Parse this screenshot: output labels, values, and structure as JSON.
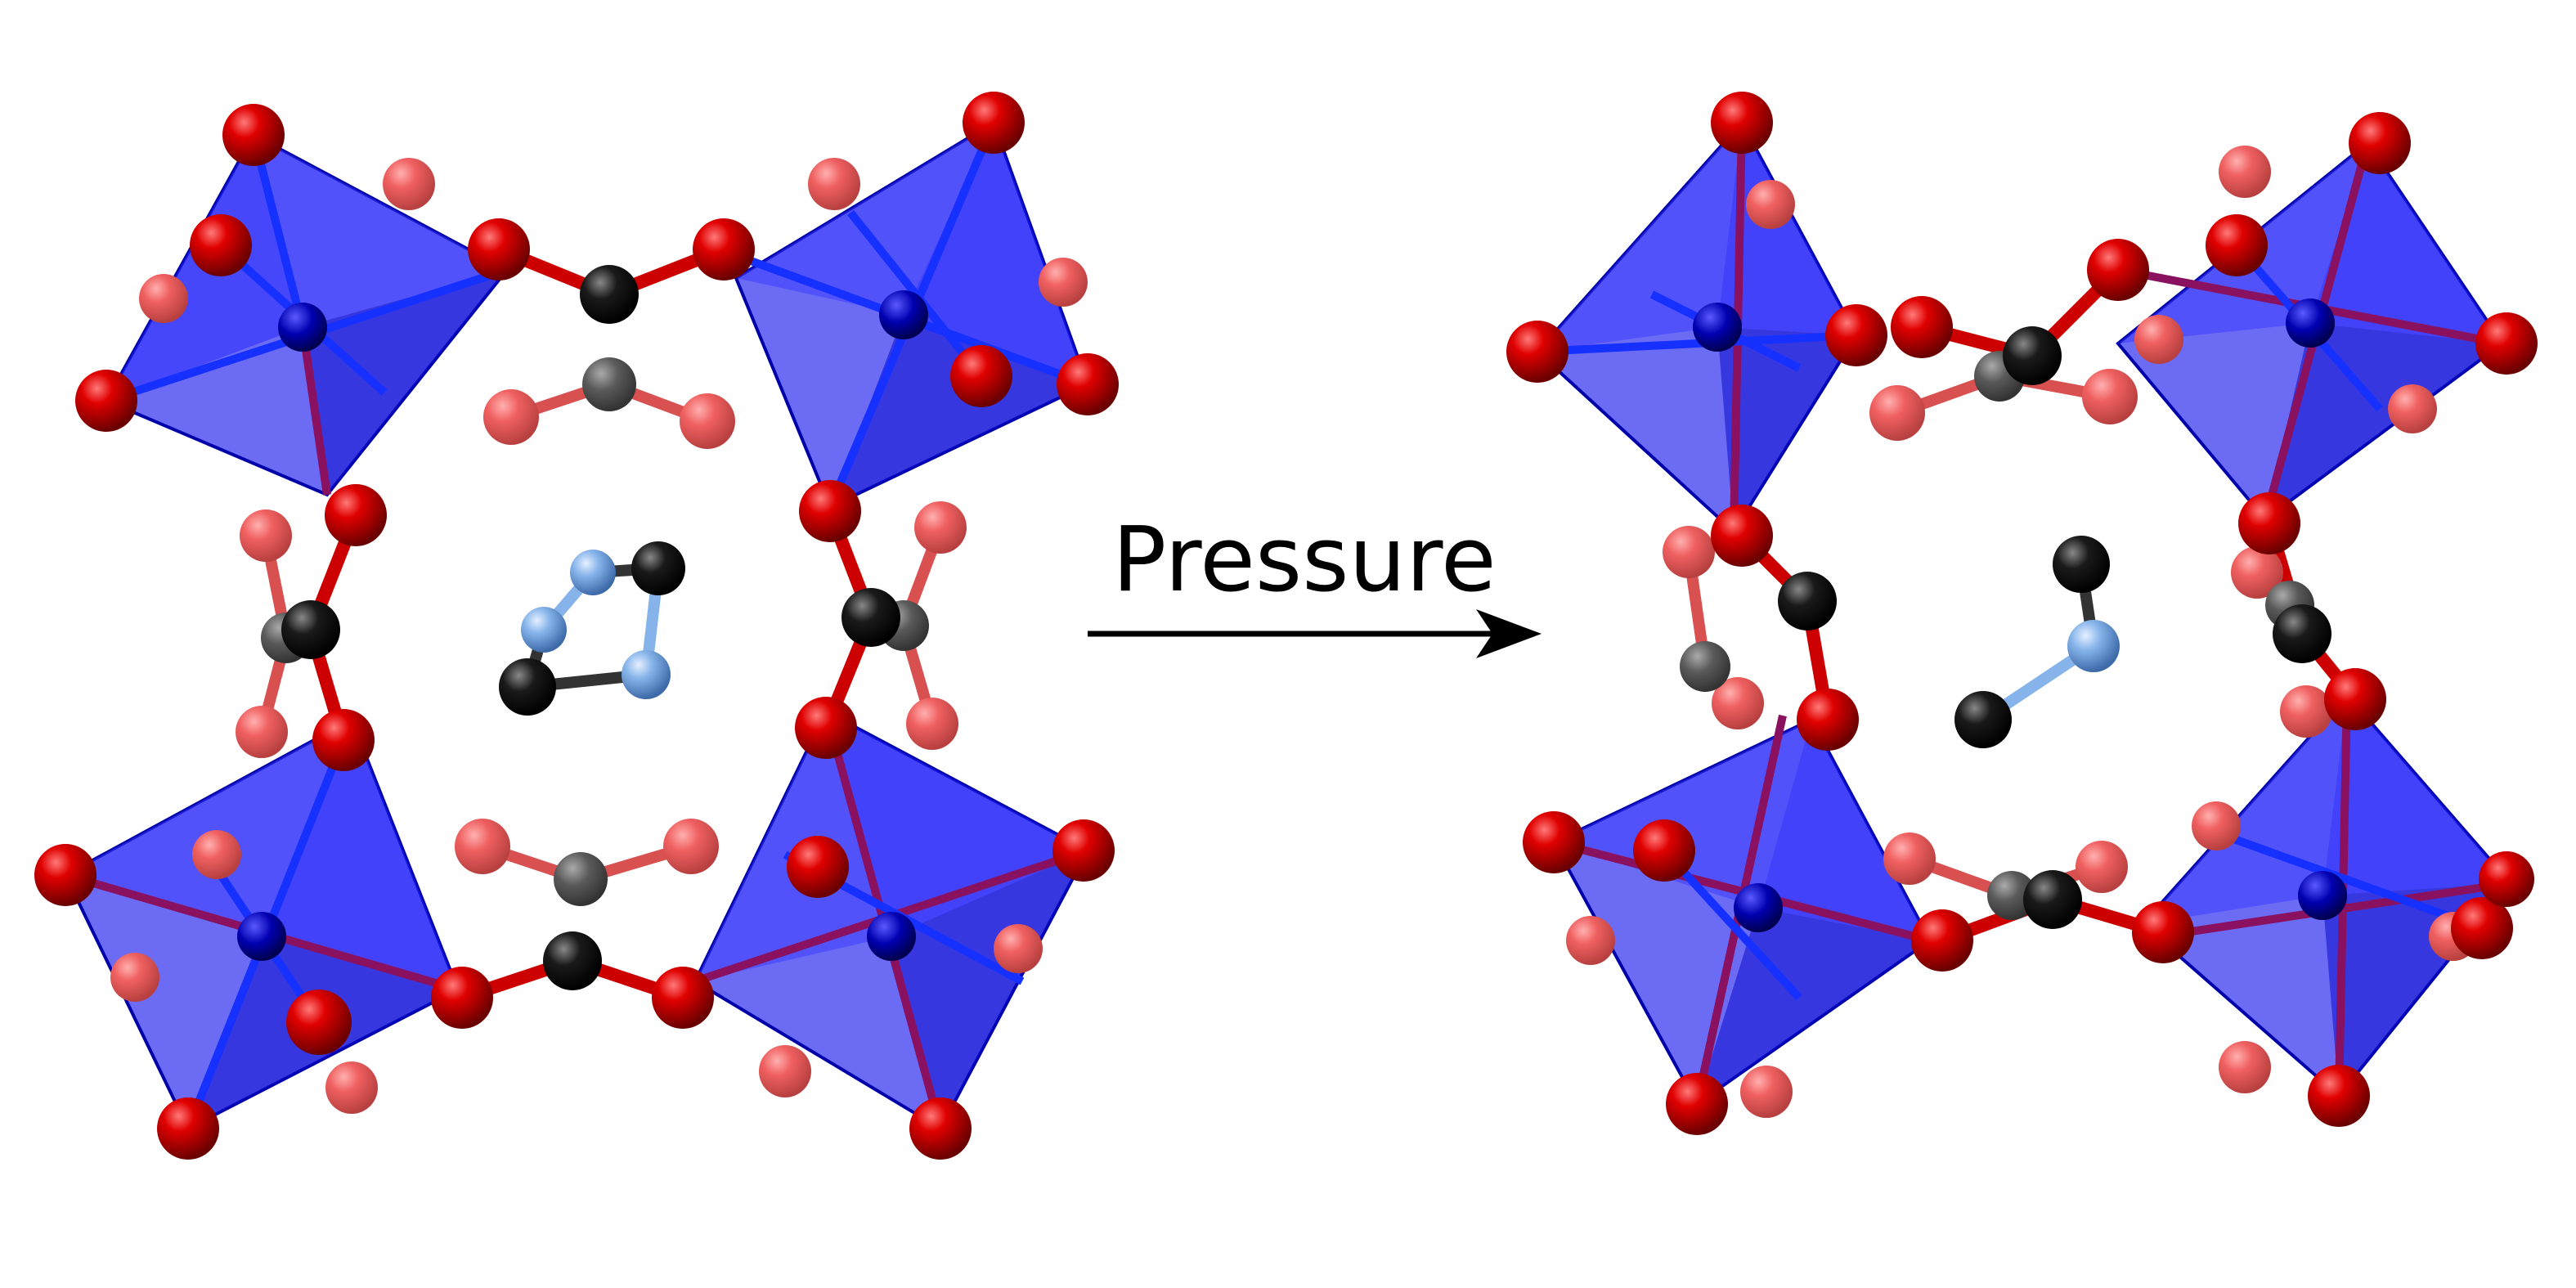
{
  "arrow": {
    "label": "Pressure"
  },
  "colors": {
    "background": "#ffffff",
    "polyhedron": "#1a1aee",
    "oxygen": "#dd0000",
    "carbon": "#111111",
    "nitrogen": "#7aaee8",
    "arrow": "#000000"
  },
  "structures": [
    {
      "id": "before",
      "name": "framework-before-compression"
    },
    {
      "id": "after",
      "name": "framework-after-compression"
    }
  ]
}
